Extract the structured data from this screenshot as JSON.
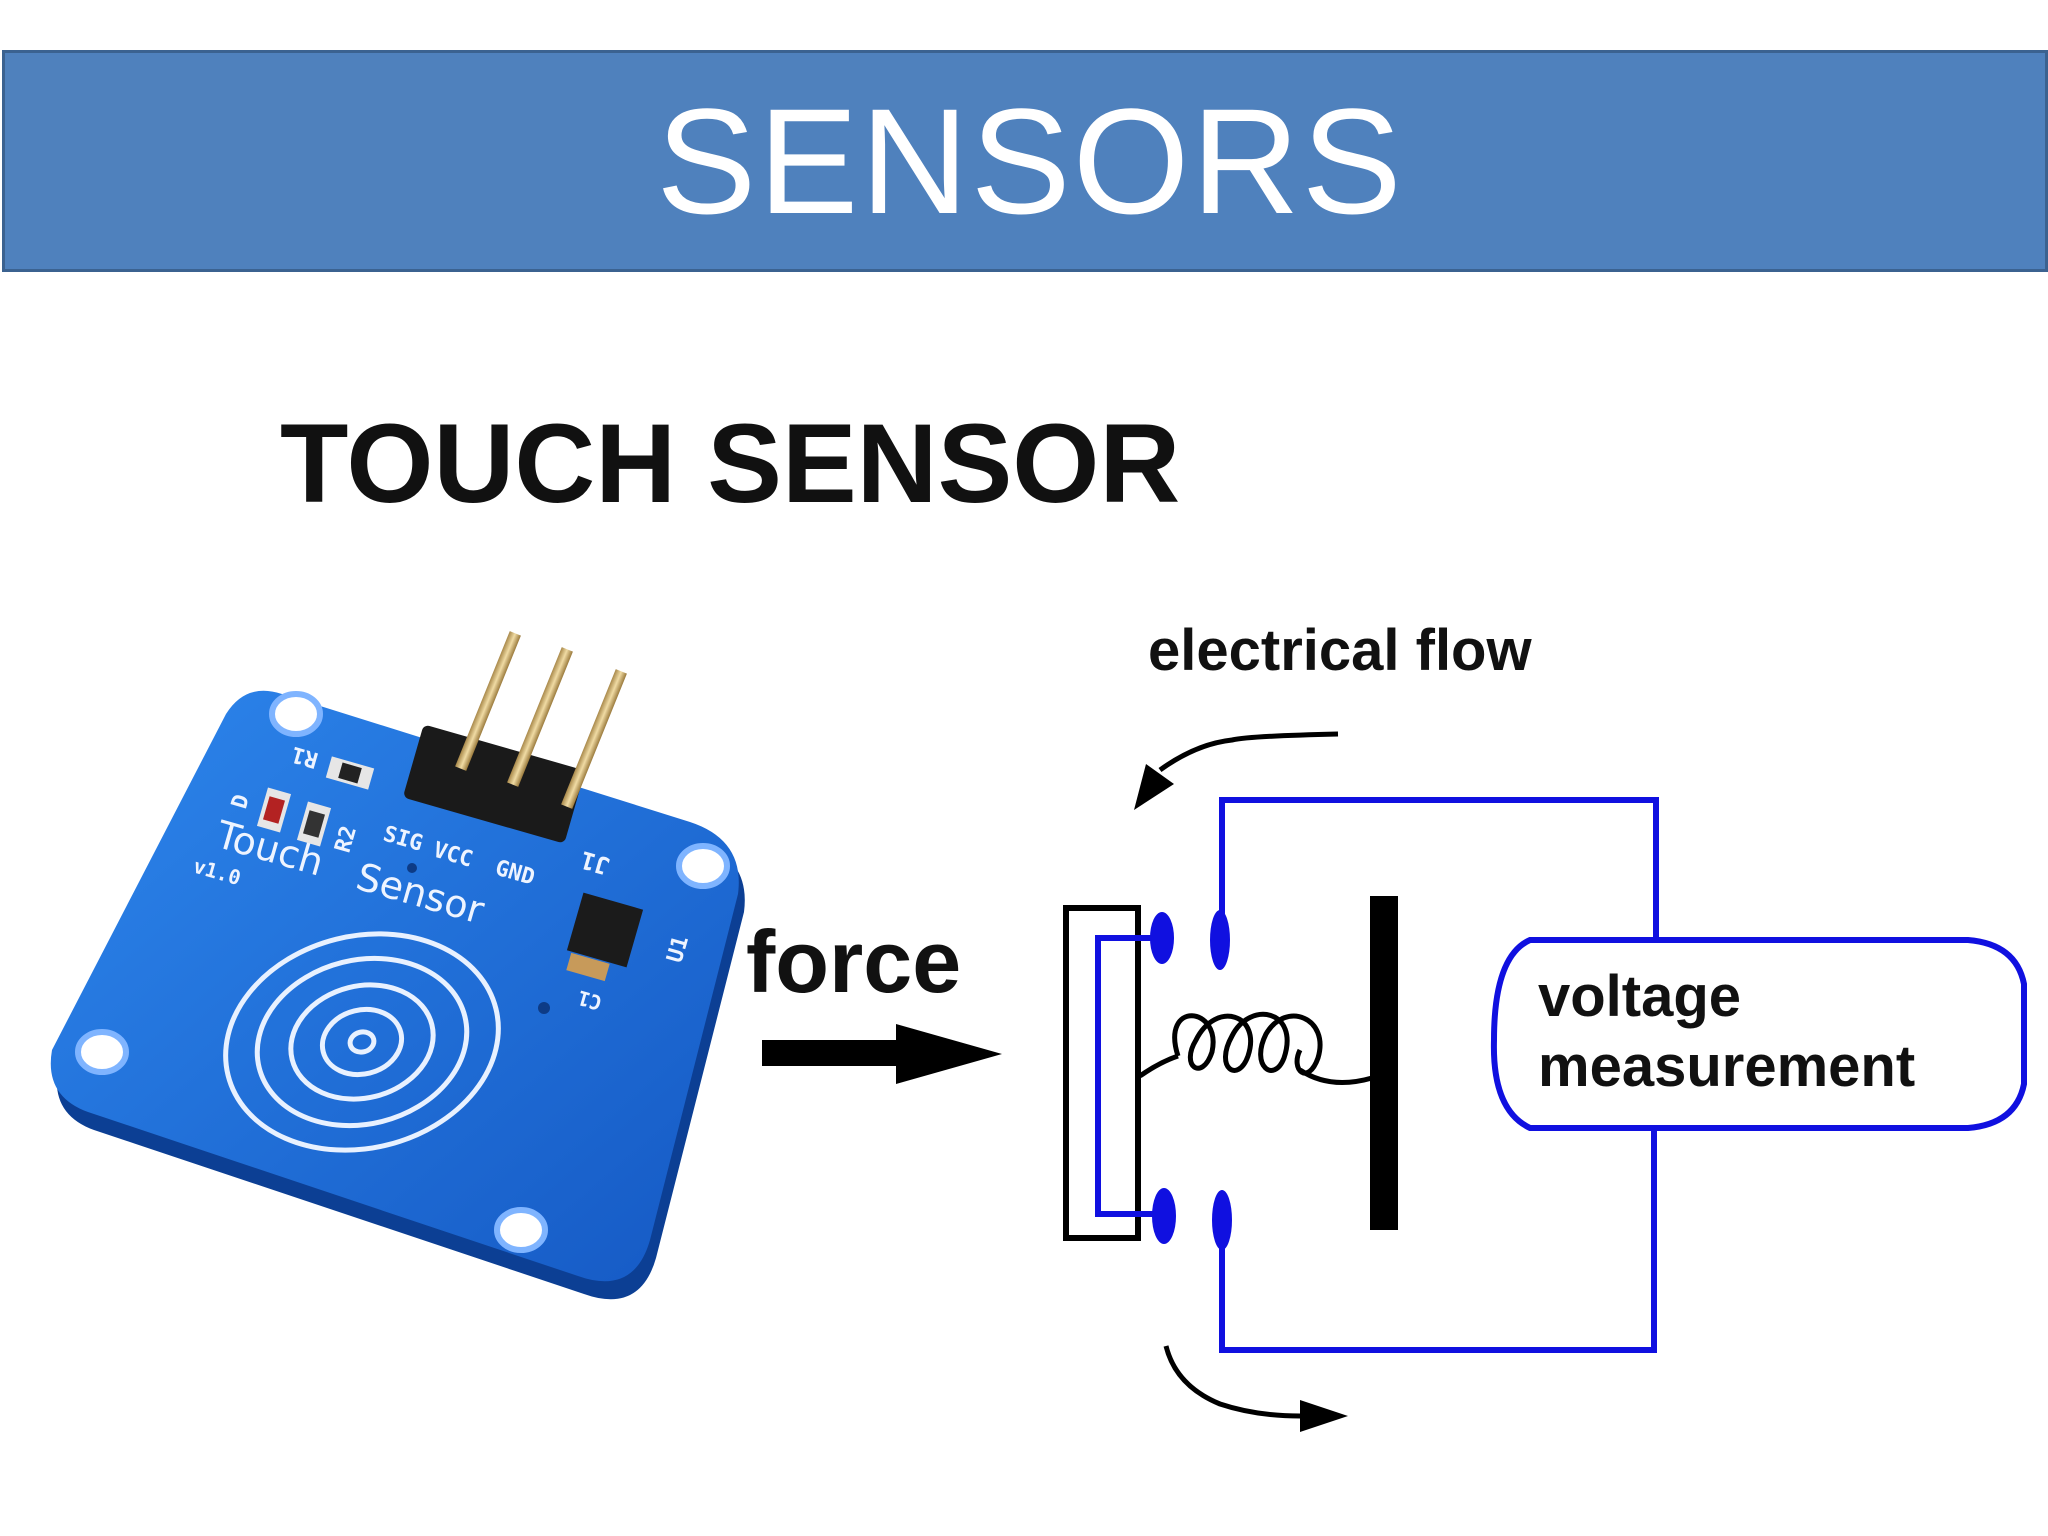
{
  "slide": {
    "title": "SENSORS",
    "subtitle": "TOUCH SENSOR"
  },
  "photo": {
    "pcb_labels": {
      "r1": "R1",
      "d": "D",
      "r2": "R2",
      "touch": "Touch",
      "sensor": "Sensor",
      "version": "v1.0",
      "sig": "SIG",
      "vcc": "VCC",
      "gnd": "GND",
      "j1": "J1",
      "u1": "U1",
      "c1": "C1"
    }
  },
  "diagram": {
    "flow_label": "electrical flow",
    "force_label": "force",
    "voltage_label_line1": "voltage",
    "voltage_label_line2": "measurement"
  },
  "colors": {
    "banner": "#4f81bd",
    "pcb": "#1f6fd6",
    "wire": "#1010e0"
  }
}
